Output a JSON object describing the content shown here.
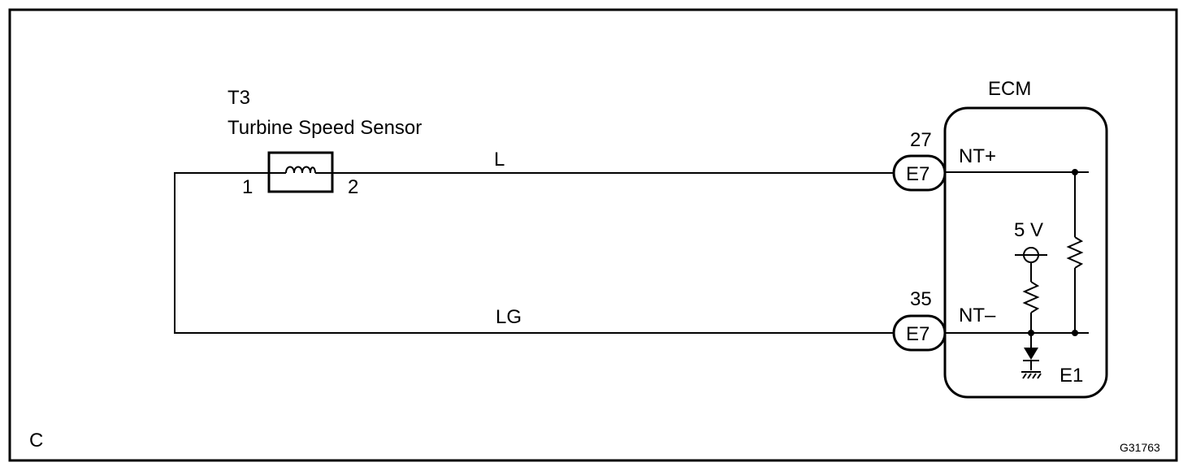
{
  "sensor": {
    "code": "T3",
    "name": "Turbine Speed Sensor",
    "pin1": "1",
    "pin2": "2"
  },
  "wires": {
    "upper_color": "L",
    "lower_color": "LG"
  },
  "connectors": {
    "upper": {
      "pin": "27",
      "code": "E7"
    },
    "lower": {
      "pin": "35",
      "code": "E7"
    }
  },
  "ecm": {
    "title": "ECM",
    "terminal_plus": "NT+",
    "terminal_minus": "NT–",
    "supply": "5 V",
    "ground": "E1"
  },
  "corner_letter": "C",
  "figure_code": "G31763"
}
